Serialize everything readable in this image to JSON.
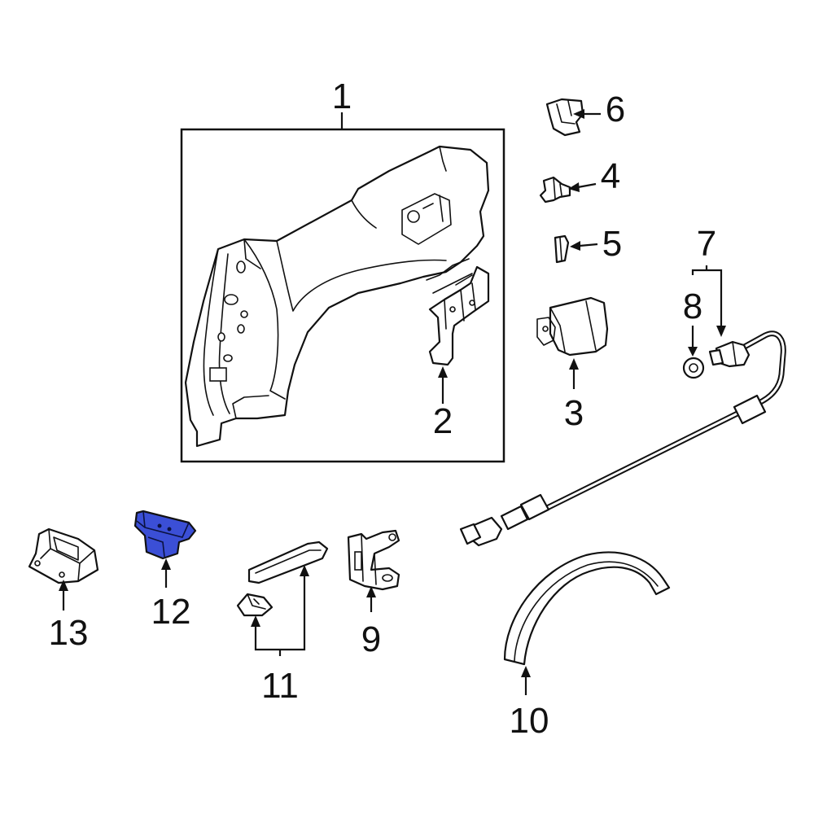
{
  "highlight_color": "#3b4fd6",
  "callouts": {
    "c1": "1",
    "c2": "2",
    "c3": "3",
    "c4": "4",
    "c5": "5",
    "c6": "6",
    "c7": "7",
    "c8": "8",
    "c9": "9",
    "c10": "10",
    "c11": "11",
    "c12": "12",
    "c13": "13"
  }
}
